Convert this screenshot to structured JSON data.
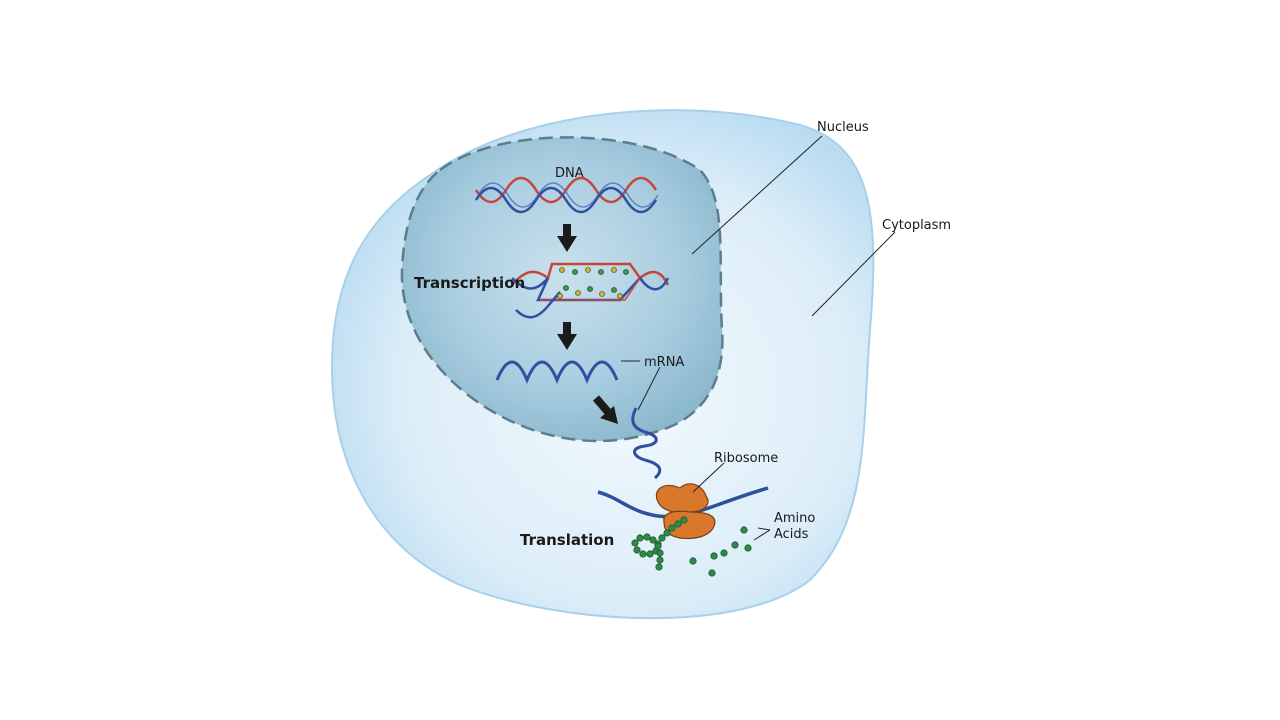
{
  "labels": {
    "nucleus": "Nucleus",
    "cytoplasm": "Cytoplasm",
    "dna": "DNA",
    "transcription": "Transcription",
    "mrna": "mRNA",
    "ribosome": "Ribosome",
    "translation": "Translation",
    "amino_acids_line1": "Amino",
    "amino_acids_line2": "Acids"
  },
  "colors": {
    "cytoplasm_fill": "#d6ebf7",
    "cytoplasm_edge": "#a8d0ea",
    "nucleus_fill": "#9fc6d8",
    "nucleus_border": "#5d7d8c",
    "dna_red": "#c8453a",
    "dna_blue": "#2f4f9f",
    "ribosome": "#d9782c",
    "amino_acid": "#2e8a48",
    "arrow": "#1b1b1b"
  }
}
